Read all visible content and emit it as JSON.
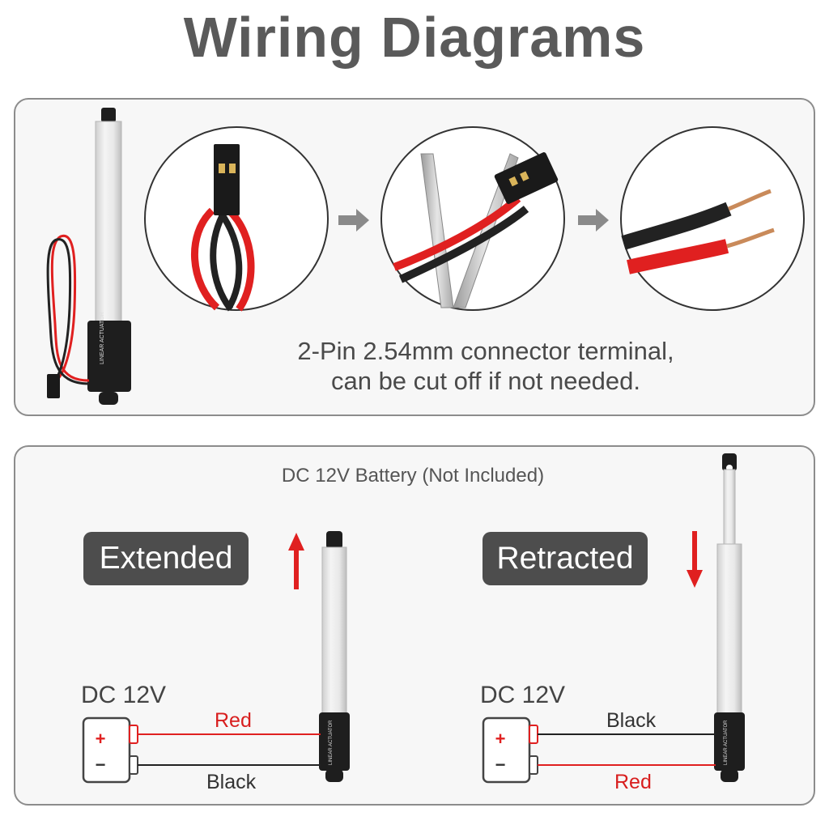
{
  "title": "Wiring Diagrams",
  "connector_caption": {
    "line1": "2-Pin 2.54mm connector terminal,",
    "line2": "can be cut off if not needed."
  },
  "battery_note": "DC 12V Battery (Not Included)",
  "extended": {
    "label": "Extended",
    "supply": "DC 12V",
    "top_wire": "Red",
    "bottom_wire": "Black",
    "arrow": "up"
  },
  "retracted": {
    "label": "Retracted",
    "supply": "DC 12V",
    "top_wire": "Black",
    "bottom_wire": "Red",
    "arrow": "down"
  },
  "battery_plus": "+",
  "battery_minus": "−",
  "colors": {
    "wire_red": "#e02020",
    "wire_black": "#222222",
    "badge": "#4d4d4d",
    "panel_border": "#8c8c8c"
  }
}
